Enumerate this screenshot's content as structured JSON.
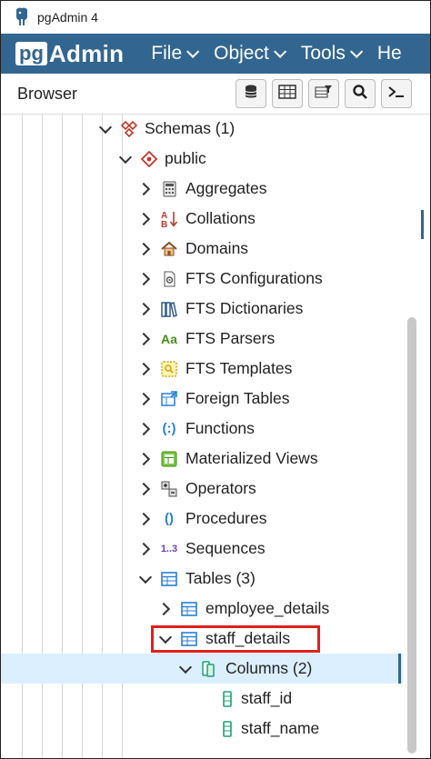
{
  "window": {
    "title": "pgAdmin 4"
  },
  "menubar": {
    "logo_pg": "pg",
    "logo_admin": "Admin",
    "items": [
      {
        "label": "File"
      },
      {
        "label": "Object"
      },
      {
        "label": "Tools"
      },
      {
        "label": "He"
      }
    ]
  },
  "browser": {
    "label": "Browser",
    "toolbar": [
      {
        "icon": "database-stack-icon"
      },
      {
        "icon": "table-grid-icon"
      },
      {
        "icon": "filtered-rows-icon"
      },
      {
        "icon": "search-icon"
      },
      {
        "icon": "terminal-icon"
      }
    ]
  },
  "tree": [
    {
      "label": "Schemas (1)",
      "icon": "schemas-icon",
      "expanded": true
    },
    {
      "label": "public",
      "icon": "schema-public-icon",
      "expanded": true
    },
    {
      "label": "Aggregates",
      "icon": "aggregates-icon",
      "expanded": false
    },
    {
      "label": "Collations",
      "icon": "collations-icon",
      "expanded": false
    },
    {
      "label": "Domains",
      "icon": "domains-icon",
      "expanded": false
    },
    {
      "label": "FTS Configurations",
      "icon": "fts-configurations-icon",
      "expanded": false
    },
    {
      "label": "FTS Dictionaries",
      "icon": "fts-dictionaries-icon",
      "expanded": false
    },
    {
      "label": "FTS Parsers",
      "icon": "fts-parsers-icon",
      "glyph": "Aa",
      "expanded": false
    },
    {
      "label": "FTS Templates",
      "icon": "fts-templates-icon",
      "expanded": false
    },
    {
      "label": "Foreign Tables",
      "icon": "foreign-tables-icon",
      "expanded": false
    },
    {
      "label": "Functions",
      "icon": "functions-icon",
      "glyph": "(:)",
      "expanded": false
    },
    {
      "label": "Materialized Views",
      "icon": "materialized-views-icon",
      "expanded": false
    },
    {
      "label": "Operators",
      "icon": "operators-icon",
      "expanded": false
    },
    {
      "label": "Procedures",
      "icon": "procedures-icon",
      "glyph": "()",
      "expanded": false
    },
    {
      "label": "Sequences",
      "icon": "sequences-icon",
      "glyph": "1..3",
      "expanded": false
    },
    {
      "label": "Tables (3)",
      "icon": "tables-icon",
      "expanded": true
    },
    {
      "label": "employee_details",
      "icon": "table-icon",
      "expanded": false
    },
    {
      "label": "staff_details",
      "icon": "table-icon",
      "expanded": true,
      "highlighted": true
    },
    {
      "label": "Columns (2)",
      "icon": "columns-icon",
      "expanded": true,
      "selected": true
    },
    {
      "label": "staff_id",
      "icon": "column-icon"
    },
    {
      "label": "staff_name",
      "icon": "column-icon"
    }
  ],
  "colors": {
    "menubar": "#326690",
    "selected_row": "#dcefff",
    "highlight_box": "#e0201c"
  }
}
